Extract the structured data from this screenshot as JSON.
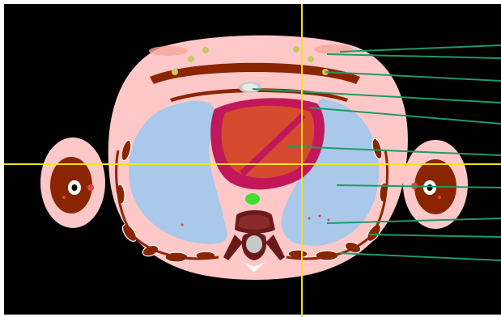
{
  "viewer": {
    "crosshair": {
      "color": "#f2e21a"
    },
    "leader_color": "#1f9a66",
    "background_color": "#000000",
    "frame_color": "#ffffff"
  },
  "structures": [
    "skin-subcutaneous-fat",
    "muscle",
    "lung-left",
    "lung-right",
    "heart-myocardium",
    "heart-chambers",
    "pericardium",
    "vertebra",
    "spinal-canal",
    "esophagus",
    "ribs",
    "arm-left",
    "arm-right",
    "sternum"
  ],
  "colors": {
    "fat": "#ffc8c8",
    "muscle": "#8b2500",
    "lung": "#a9c8ea",
    "heart_outer": "#c2185b",
    "heart_inner": "#d64a2e",
    "bone": "#f0f0f0",
    "bone_dark": "#6b1a1a",
    "esophagus": "#40e02a",
    "vessel": "#e04444",
    "nodes": "#c8c864"
  }
}
